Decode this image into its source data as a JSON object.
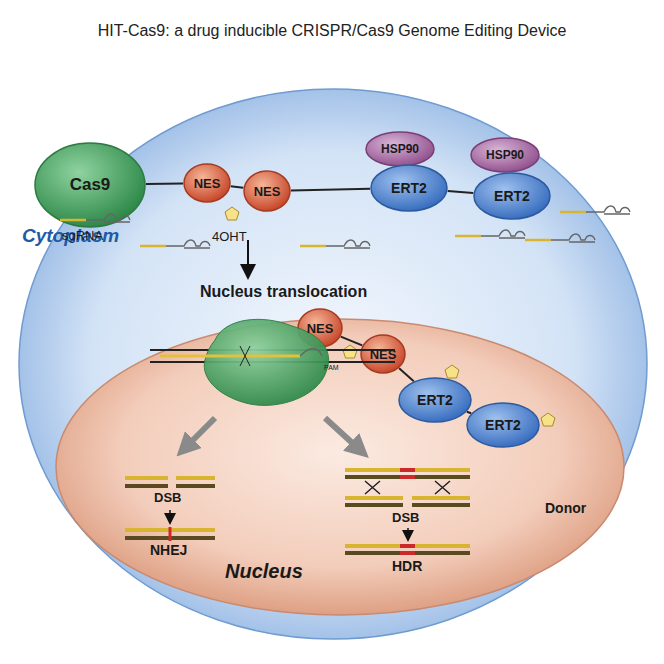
{
  "diagram": {
    "title": "HIT-Cas9: a drug inducible CRISPR/Cas9 Genome Editing Device",
    "nodes": [
      {
        "text": [
          "Cytoplasm"
        ]
      },
      {
        "text": [
          "Cas9"
        ],
        "in": 0
      },
      {
        "text": [
          "NES"
        ],
        "in": 0
      },
      {
        "text": [
          "NES"
        ],
        "in": 0
      },
      {
        "text": [
          "HSP90"
        ],
        "in": 0
      },
      {
        "text": [
          "HSP90"
        ],
        "in": 0
      },
      {
        "text": [
          "ERT2"
        ],
        "in": 0
      },
      {
        "text": [
          "ERT2"
        ],
        "in": 0
      },
      {
        "text": [
          "Nucleus"
        ],
        "in": 0
      },
      {
        "text": [
          "NES"
        ],
        "in": 8
      },
      {
        "text": [
          "NES"
        ],
        "in": 8
      },
      {
        "text": [
          "ERT2"
        ],
        "in": 8
      },
      {
        "text": [
          "ERT2"
        ],
        "in": 8
      }
    ],
    "edges": [
      {
        "from": 1,
        "to": 2,
        "arrow": "none"
      },
      {
        "from": 2,
        "to": 3,
        "arrow": "none"
      },
      {
        "from": 3,
        "to": 6,
        "arrow": "none"
      },
      {
        "from": 6,
        "to": 7,
        "arrow": "none"
      },
      {
        "from": 9,
        "to": 10,
        "arrow": "none"
      },
      {
        "from": 10,
        "to": 11,
        "arrow": "none"
      },
      {
        "from": 11,
        "to": 12,
        "arrow": "none"
      }
    ],
    "labels": [
      "sgRNA",
      "4OHT",
      "Nucleus translocation",
      "PAM",
      "DSB",
      "NHEJ",
      "DSB",
      "HDR",
      "Donor"
    ]
  }
}
